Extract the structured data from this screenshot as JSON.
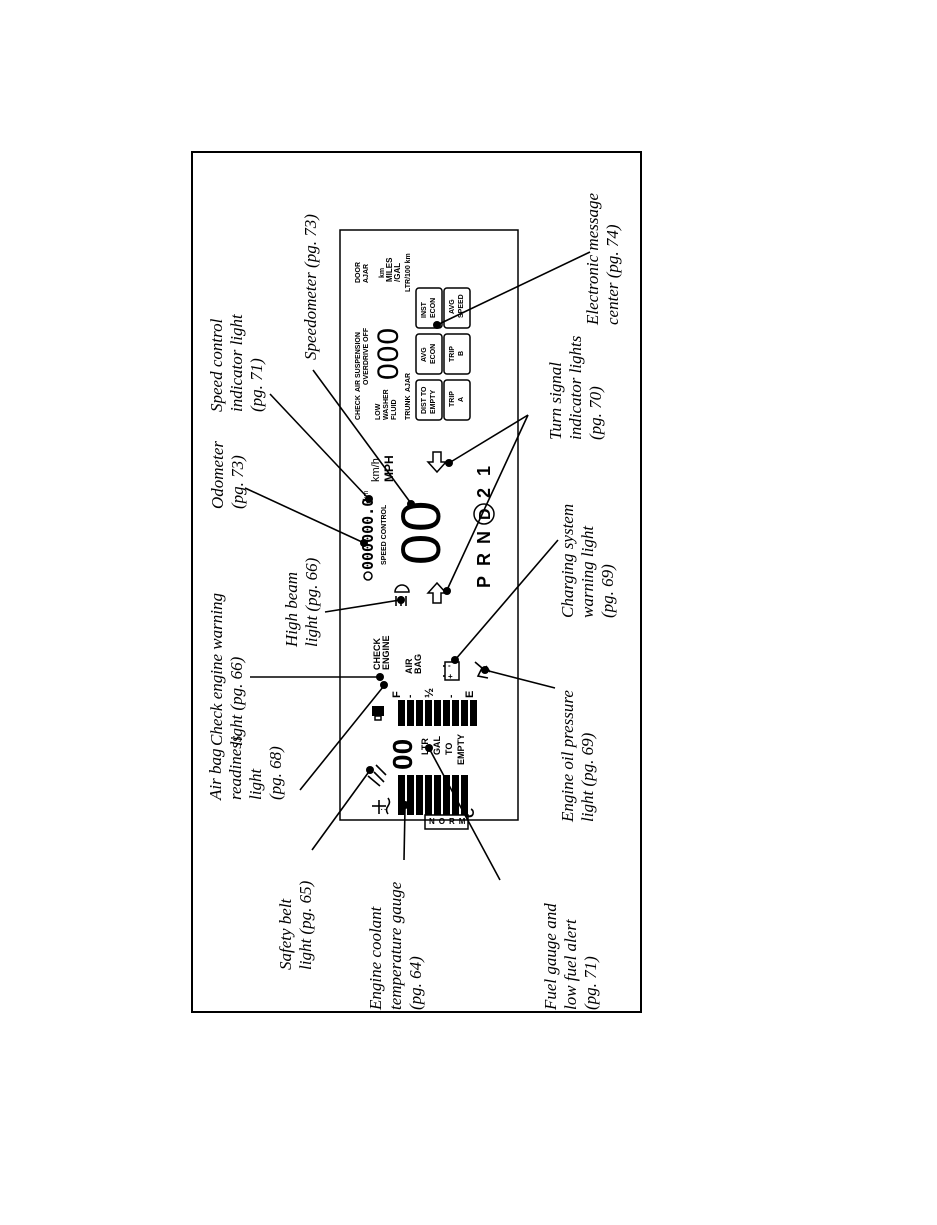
{
  "callouts": {
    "engine_coolant": [
      "Engine coolant",
      "temperature gauge",
      "(pg. 64)"
    ],
    "safety_belt": [
      "Safety belt",
      "light (pg. 65)"
    ],
    "air_bag": [
      "Air bag",
      "readiness",
      "light",
      "(pg. 68)"
    ],
    "check_engine": [
      "Check engine warning",
      "light (pg. 66)"
    ],
    "high_beam": [
      "High beam",
      "light (pg. 66)"
    ],
    "odometer": [
      "Odometer",
      "(pg. 73)"
    ],
    "speed_control": [
      "Speed control",
      "indicator light",
      "(pg. 71)"
    ],
    "speedometer": [
      "Speedometer (pg. 73)"
    ],
    "fuel_gauge": [
      "Fuel gauge and",
      "low fuel alert",
      "(pg. 71)"
    ],
    "oil_pressure": [
      "Engine oil pressure",
      "light (pg. 69)"
    ],
    "charging": [
      "Charging system",
      "warning light",
      "(pg. 69)"
    ],
    "turn_signal": [
      "Turn signal",
      "indicator lights",
      "(pg. 70)"
    ],
    "message_center": [
      "Electronic message",
      "center (pg. 74)"
    ]
  },
  "cluster": {
    "temp_norm": "NORM",
    "temp_cold": "C",
    "fuel_digits": "00",
    "fuel_units": [
      "LTR",
      "GAL",
      "TO",
      "EMPTY"
    ],
    "fuel_full": "F",
    "fuel_half": "½",
    "fuel_empty": "E",
    "check_engine": [
      "CHECK",
      "ENGINE"
    ],
    "air_bag": [
      "AIR",
      "BAG"
    ],
    "odometer_value": "000000.0",
    "odometer_unit": "km",
    "speed_control": "SPEED CONTROL",
    "speed_digits": "00",
    "speed_units": [
      "km/h",
      "MPH"
    ],
    "gear_labels": [
      "P",
      "R",
      "N",
      "D",
      "2",
      "1"
    ],
    "message_warnings": {
      "col1": [
        "CHECK",
        "",
        "LOW",
        "WASHER",
        "FLUID",
        "TRUNK"
      ],
      "col2": [
        "AIR SUSPENSION",
        "OVERDRIVE OFF",
        "",
        "",
        "",
        "AJAR"
      ],
      "col3": [
        "DOOR",
        "AJAR"
      ]
    },
    "message_digits": "000",
    "message_units": [
      "km",
      "MILES",
      "/GAL",
      "LTR/100 km"
    ],
    "message_buttons": [
      [
        "DIST TO",
        "EMPTY"
      ],
      [
        "TRIP",
        "A"
      ],
      [
        "AVG",
        "ECON"
      ],
      [
        "TRIP",
        "B"
      ],
      [
        "INST",
        "ECON"
      ],
      [
        "AVG",
        "SPEED"
      ]
    ]
  }
}
